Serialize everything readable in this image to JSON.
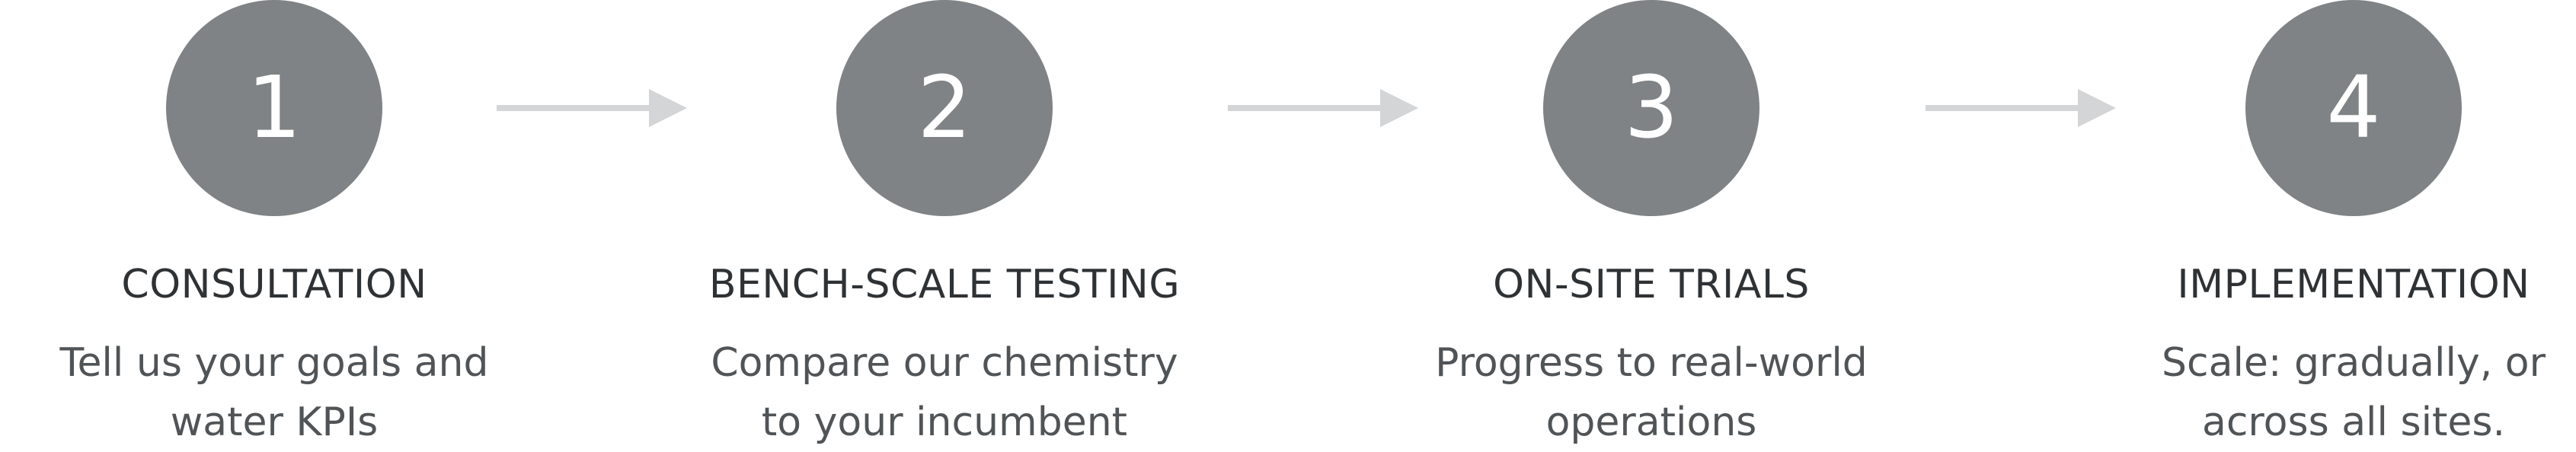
{
  "colors": {
    "circle": "#7f8385",
    "number": "#ffffff",
    "title": "#2f3235",
    "description": "#505457",
    "arrow": "#d3d5d6"
  },
  "steps": [
    {
      "number": "1",
      "title": "CONSULTATION",
      "description_lines": [
        "Tell us your goals and",
        "water KPIs"
      ]
    },
    {
      "number": "2",
      "title": "BENCH-SCALE TESTING",
      "description_lines": [
        "Compare our chemistry",
        "to your incumbent"
      ]
    },
    {
      "number": "3",
      "title": "ON-SITE TRIALS",
      "description_lines": [
        "Progress to real-world",
        "operations"
      ]
    },
    {
      "number": "4",
      "title": "IMPLEMENTATION",
      "description_lines": [
        "Scale: gradually, or",
        "across all sites."
      ]
    }
  ],
  "connectors": [
    {
      "from": "1",
      "to": "2",
      "icon": "arrow-right-icon"
    },
    {
      "from": "2",
      "to": "3",
      "icon": "arrow-right-icon"
    },
    {
      "from": "3",
      "to": "4",
      "icon": "arrow-right-icon"
    }
  ]
}
